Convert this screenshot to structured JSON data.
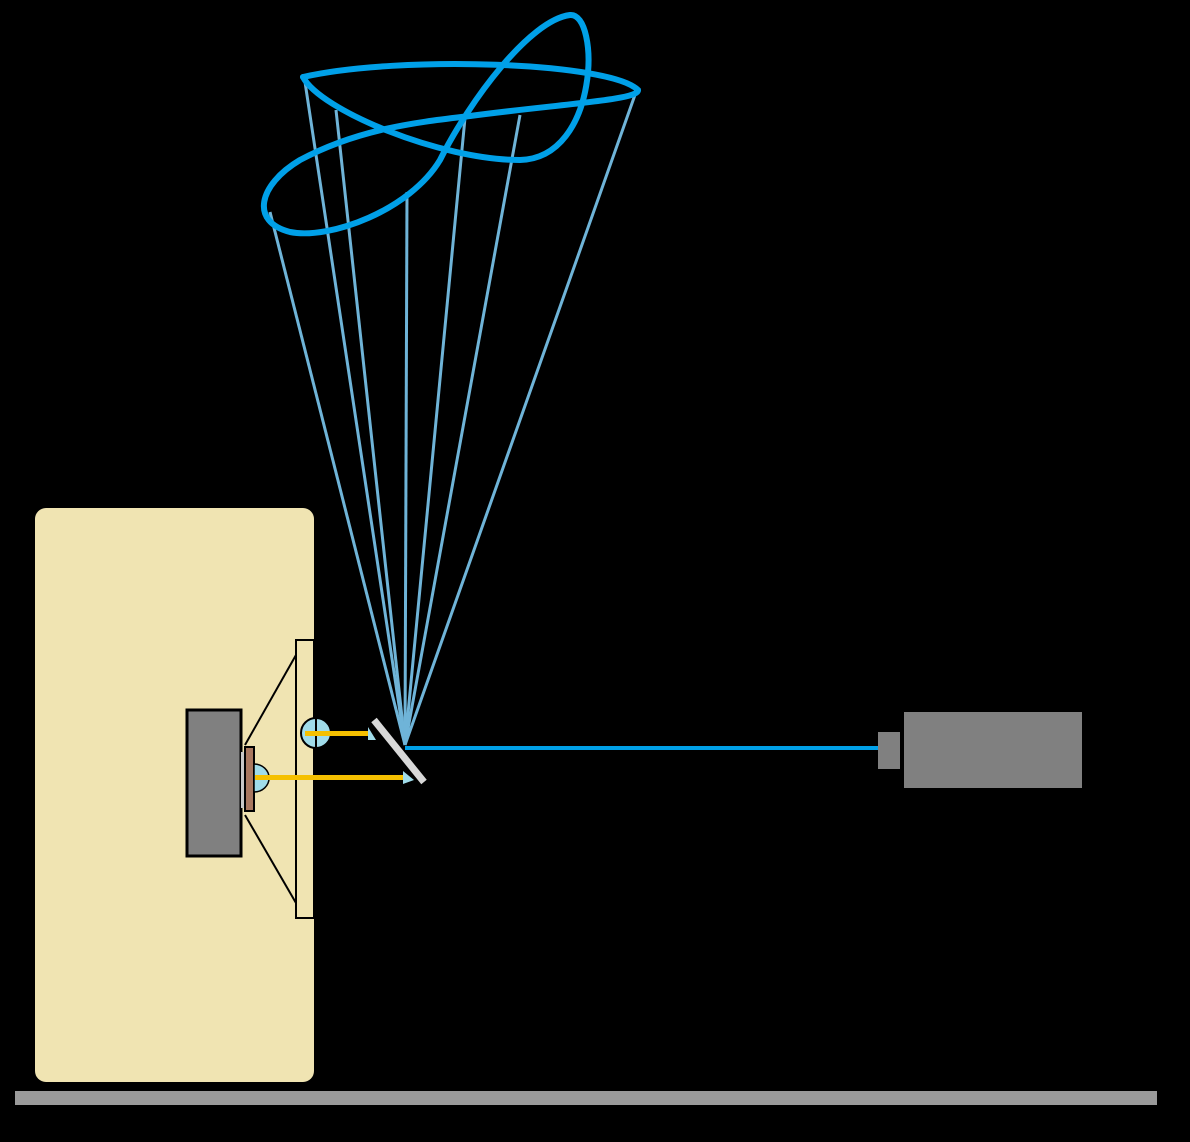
{
  "diagram": {
    "colors": {
      "background": "#000000",
      "enclosure": "#f0e4b2",
      "magnet": "#808080",
      "voice_coil": "#a97860",
      "rod": "#f5c000",
      "bearing": "#a0dcea",
      "mirror": "#d8d8d8",
      "laser_beam": "#00a0e8",
      "scattered_rays": "#7cc8f0",
      "laser_device": "#808080",
      "floor": "#9a9a9a"
    },
    "icons": [
      "speaker-enclosure",
      "speaker-magnet",
      "voice-coil",
      "mirror",
      "laser-emitter",
      "projected-pattern"
    ]
  }
}
